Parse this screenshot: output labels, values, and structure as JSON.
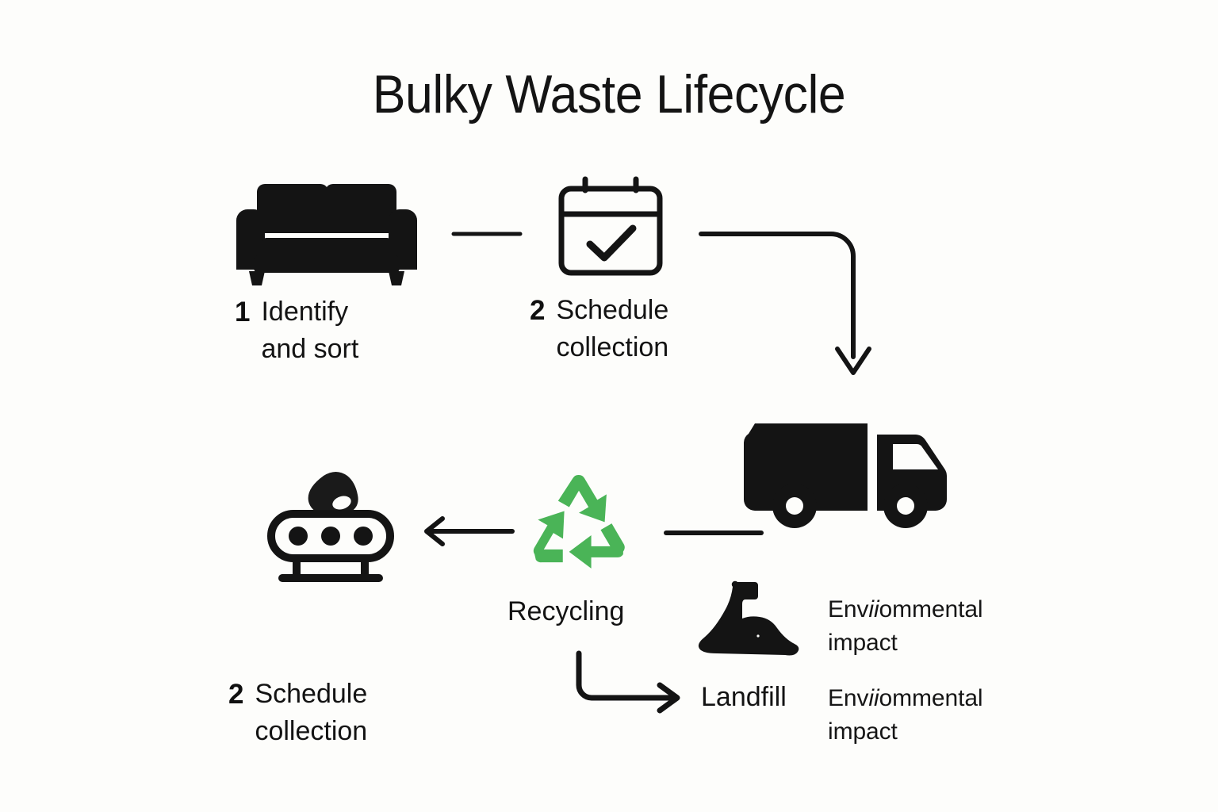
{
  "page": {
    "title": "Bulky Waste Lifecycle",
    "background_color": "#fdfdfb",
    "ink_color": "#111111",
    "accent_green": "#4ab457"
  },
  "nodes": {
    "identify": {
      "icon": "sofa-icon",
      "number": "1",
      "label": "Identify\nand sort"
    },
    "schedule": {
      "icon": "calendar-check-icon",
      "number": "2",
      "label": "Schedule\ncollection"
    },
    "transport": {
      "icon": "truck-icon"
    },
    "recycling": {
      "icon": "recycling-icon",
      "label": "Recycling",
      "color": "#4ab457"
    },
    "processing": {
      "icon": "conveyor-belt-icon",
      "number": "2",
      "label": "Schedule\ncollection"
    },
    "landfill": {
      "icon": "landfill-mound-icon",
      "label": "Landfill"
    },
    "impact_top": {
      "label_prefix": "Env",
      "label_garble": "ii",
      "label_suffix": "ommental\nimpact"
    },
    "impact_bottom": {
      "label_prefix": "Env",
      "label_garble": "ii",
      "label_suffix": "ommental\nimpact"
    }
  },
  "connectors": {
    "sofa_to_calendar": "line-connector",
    "calendar_to_truck": "elbow-arrow-down",
    "truck_to_recycling": "line-connector",
    "recycling_to_conveyor": "arrow-left",
    "recycling_to_landfill": "elbow-arrow-right"
  }
}
